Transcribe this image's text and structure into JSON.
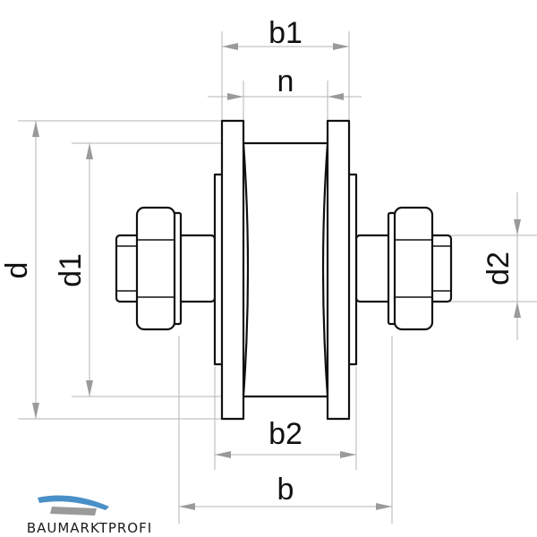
{
  "dimensions": {
    "b1": "b1",
    "n": "n",
    "b2": "b2",
    "b": "b",
    "d": "d",
    "d1": "d1",
    "d2": "d2"
  },
  "logo": {
    "text": "BAUMARKTPROFI"
  },
  "colors": {
    "outline": "#111111",
    "dimension_line": "#b4b4b4",
    "arrow": "#9a9a9a",
    "logo_swoosh": "#4a90c8"
  }
}
